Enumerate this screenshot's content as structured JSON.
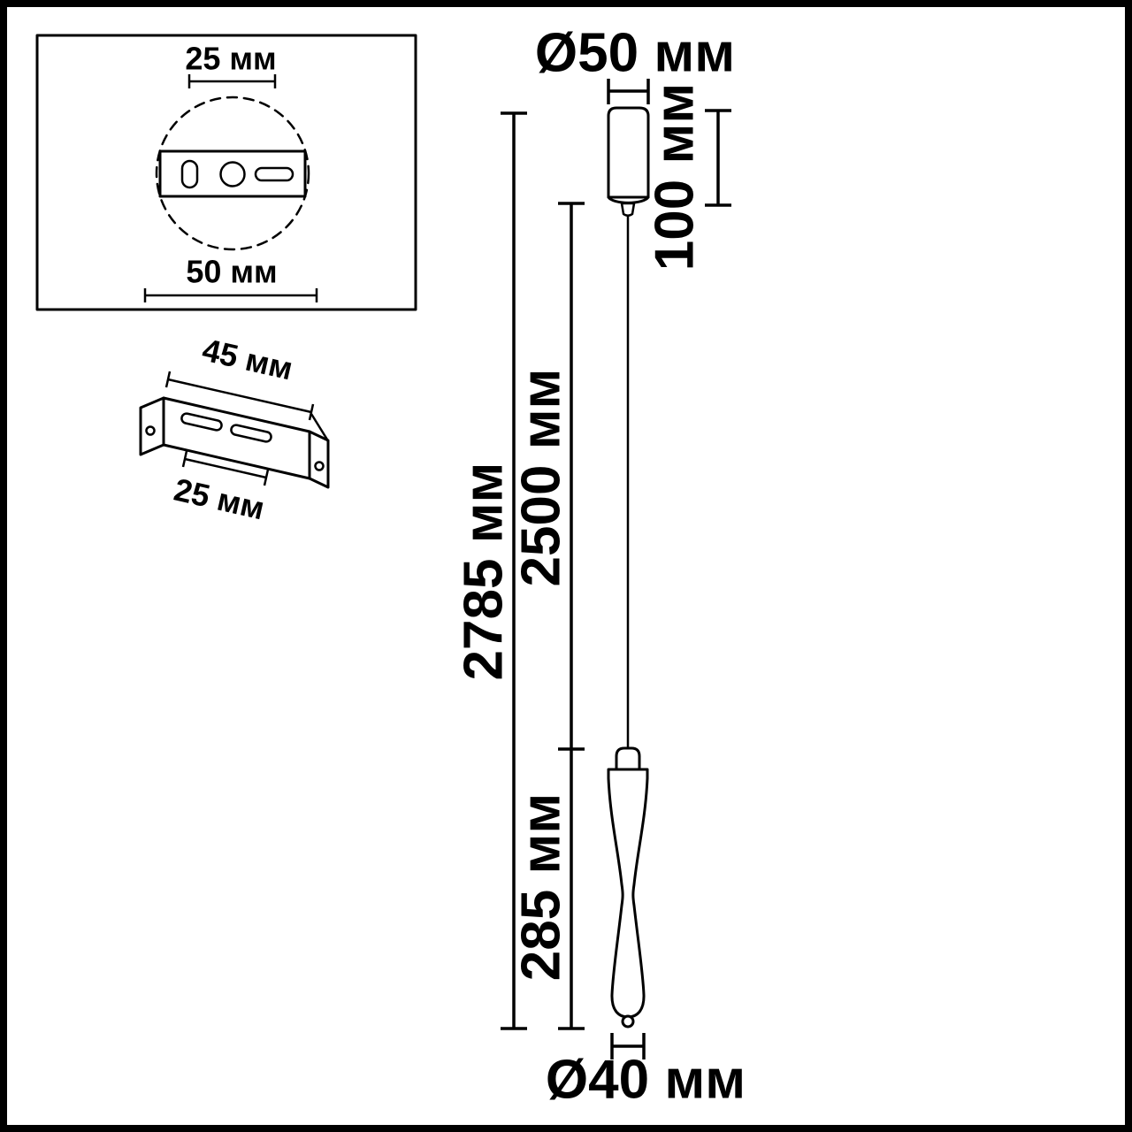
{
  "drawing": {
    "background": "#ffffff",
    "ink": "#000000",
    "kind": "pendant-light dimension drawing"
  },
  "mount_detail": {
    "dim_top": "25 мм",
    "dim_bottom": "50 мм"
  },
  "bracket_detail": {
    "dim_length": "45 мм",
    "dim_slots": "25 мм"
  },
  "pendant": {
    "dim_canopy_diameter": "Ø50 мм",
    "dim_canopy_height": "100 мм",
    "dim_total_height": "2785 мм",
    "dim_cord_length": "2500 мм",
    "dim_body_height": "285 мм",
    "dim_body_diameter": "Ø40 мм"
  }
}
